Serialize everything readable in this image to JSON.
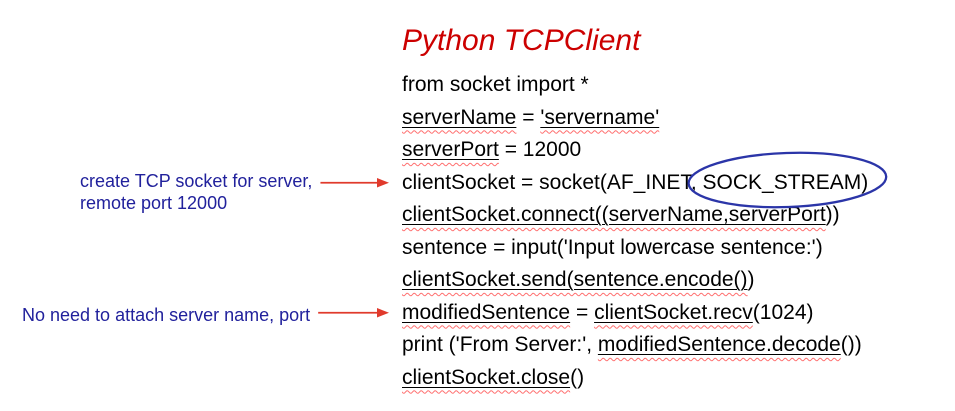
{
  "title": {
    "text": "Python TCPClient"
  },
  "colors": {
    "background": "#ffffff",
    "title": "#cc0000",
    "code_text": "#000000",
    "annotation_text": "#21219c",
    "arrow": "#e03a2c",
    "squiggle": "#ff6e6e",
    "underline": "#000000",
    "ellipse": "#2b35a8"
  },
  "code": {
    "lines": [
      {
        "segments": [
          {
            "text": "from socket import *"
          }
        ]
      },
      {
        "segments": [
          {
            "text": "serverName",
            "underlined": true
          },
          {
            "text": " = "
          },
          {
            "text": "'servername'",
            "underlined": true
          }
        ]
      },
      {
        "segments": [
          {
            "text": "serverPort",
            "underlined": true
          },
          {
            "text": " = 12000"
          }
        ]
      },
      {
        "segments": [
          {
            "text": "clientSocket = socket(AF_INET, "
          },
          {
            "text": "SOCK_STREAM)",
            "circled": true
          }
        ]
      },
      {
        "segments": [
          {
            "text": "clientSocket.connect((serverName,serverPort",
            "underlined": true
          },
          {
            "text": "))"
          }
        ]
      },
      {
        "segments": [
          {
            "text": "sentence = input('Input lowercase sentence:')"
          }
        ]
      },
      {
        "segments": [
          {
            "text": "clientSocket.send(sentence.encode()",
            "underlined": true
          },
          {
            "text": ")"
          }
        ]
      },
      {
        "segments": [
          {
            "text": "modifiedSentence",
            "underlined": true
          },
          {
            "text": " = "
          },
          {
            "text": "clientSocket.recv",
            "underlined": true
          },
          {
            "text": "(1024)"
          }
        ]
      },
      {
        "segments": [
          {
            "text": "print ('From Server:', "
          },
          {
            "text": "modifiedSentence.decode",
            "underlined": true
          },
          {
            "text": "())"
          }
        ]
      },
      {
        "segments": [
          {
            "text": "clientSocket.close",
            "underlined": true
          },
          {
            "text": "()"
          }
        ]
      }
    ]
  },
  "annotations": [
    {
      "lines": [
        "create TCP socket for server,",
        "remote port 12000"
      ],
      "points_to_line": 3
    },
    {
      "lines": [
        "No need to attach server name, port"
      ],
      "points_to_line": 7
    }
  ]
}
